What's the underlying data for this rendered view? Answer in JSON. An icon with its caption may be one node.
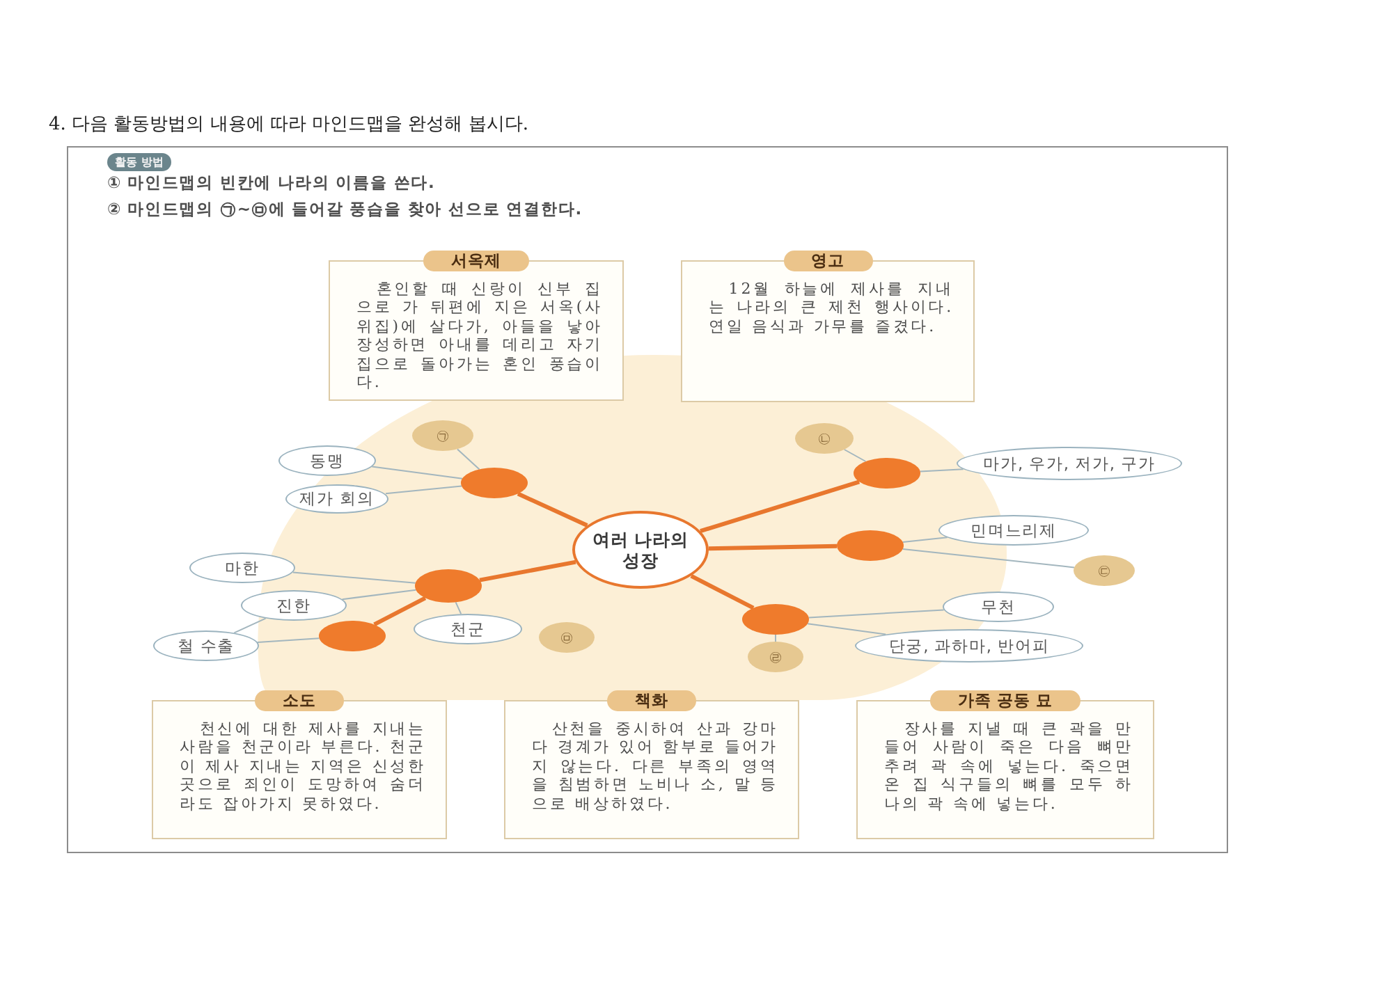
{
  "diagram": {
    "title": "4. 다음 활동방법의 내용에 따라 마인드맵을 완성해 봅시다.",
    "nodes": [
      {
        "text": [
          "① 마인드맵의 빈칸에 나라의 이름을 쓴다.",
          "② 마인드맵의 ㉠~㉤에 들어갈 풍습을 찾아 선으로 연결한다."
        ]
      },
      {
        "text": [
          "활동 방법"
        ],
        "in": 0
      },
      {
        "text": [
          "서옥제",
          "혼인할 때 신랑이 신부 집으로 가 뒤편에 지은 서옥(사위집)에 살다가, 아들을 낳아 장성하면 아내를 데리고 자기 집으로 돌아가는 혼인 풍습이다."
        ],
        "in": 0
      },
      {
        "text": [
          "영고",
          "12월 하늘에 제사를 지내는 나라의 큰 제천 행사이다. 연일 음식과 가무를 즐겼다."
        ],
        "in": 0
      },
      {
        "text": [
          "㉠"
        ],
        "in": 0
      },
      {
        "text": [
          "㉡"
        ],
        "in": 0
      },
      {
        "text": [
          "동맹"
        ],
        "in": 0
      },
      {
        "text": [],
        "shape": "ellipse",
        "in": 0
      },
      {
        "text": [
          "마가, 우가, 저가, 구가"
        ],
        "in": 0
      },
      {
        "text": [],
        "shape": "ellipse",
        "in": 0
      },
      {
        "text": [
          "제가 회의"
        ],
        "in": 0
      },
      {
        "text": [
          "여러 나라의 성장"
        ],
        "in": 0
      },
      {
        "text": [
          "민며느리제"
        ],
        "in": 0
      },
      {
        "text": [],
        "shape": "ellipse",
        "in": 0
      },
      {
        "text": [
          "마한"
        ],
        "in": 0
      },
      {
        "text": [
          "㉢"
        ],
        "in": 0
      },
      {
        "text": [],
        "shape": "ellipse",
        "in": 0
      },
      {
        "text": [
          "진한"
        ],
        "in": 0
      },
      {
        "text": [
          "무천"
        ],
        "in": 0
      },
      {
        "text": [
          "천군"
        ],
        "in": 0
      },
      {
        "text": [],
        "shape": "ellipse",
        "in": 0
      },
      {
        "text": [
          "㉤"
        ],
        "in": 0
      },
      {
        "text": [],
        "shape": "ellipse",
        "in": 0
      },
      {
        "text": [
          "철 수출"
        ],
        "in": 0
      },
      {
        "text": [
          "단궁, 과하마, 반어피"
        ],
        "in": 0
      },
      {
        "text": [
          "㉣"
        ],
        "in": 0
      },
      {
        "text": [
          "소도",
          "천신에 대한 제사를 지내는 사람을 천군이라 부른다. 천군이 제사 지내는 지역은 신성한 곳으로 죄인이 도망하여 숨더라도 잡아가지 못하였다."
        ],
        "in": 0
      },
      {
        "text": [
          "책화",
          "산천을 중시하여 산과 강마다 경계가 있어 함부로 들어가지 않는다. 다른 부족의 영역을 침범하면 노비나 소, 말 등으로 배상하였다."
        ],
        "in": 0
      },
      {
        "text": [
          "가족 공동 묘",
          "장사를 지낼 때 큰 곽을 만들어 사람이 죽은 다음 뼈만 추려 곽 속에 넣는다. 죽으면 온 집 식구들의 뼈를 모두 하나의 곽 속에 넣는다."
        ],
        "in": 0
      }
    ],
    "edges": [
      {
        "from": 11,
        "to": 7,
        "arrow": "none",
        "style": "thick",
        "color": "#e8772e"
      },
      {
        "from": 11,
        "to": 9,
        "arrow": "none",
        "style": "thick",
        "color": "#e8772e"
      },
      {
        "from": 11,
        "to": 13,
        "arrow": "none",
        "style": "thick",
        "color": "#e8772e"
      },
      {
        "from": 11,
        "to": 16,
        "arrow": "none",
        "style": "thick",
        "color": "#e8772e"
      },
      {
        "from": 11,
        "to": 20,
        "arrow": "none",
        "style": "thick",
        "color": "#e8772e"
      },
      {
        "from": 16,
        "to": 22,
        "arrow": "none",
        "style": "thick",
        "color": "#e8772e"
      },
      {
        "from": 7,
        "to": 4,
        "arrow": "none"
      },
      {
        "from": 7,
        "to": 6,
        "arrow": "none"
      },
      {
        "from": 7,
        "to": 10,
        "arrow": "none"
      },
      {
        "from": 9,
        "to": 5,
        "arrow": "none"
      },
      {
        "from": 9,
        "to": 8,
        "arrow": "none"
      },
      {
        "from": 13,
        "to": 12,
        "arrow": "none"
      },
      {
        "from": 13,
        "to": 15,
        "arrow": "none"
      },
      {
        "from": 16,
        "to": 14,
        "arrow": "none"
      },
      {
        "from": 16,
        "to": 17,
        "arrow": "none"
      },
      {
        "from": 16,
        "to": 19,
        "arrow": "none"
      },
      {
        "from": 17,
        "to": 23,
        "arrow": "none"
      },
      {
        "from": 22,
        "to": 23,
        "arrow": "none"
      },
      {
        "from": 20,
        "to": 18,
        "arrow": "none"
      },
      {
        "from": 20,
        "to": 24,
        "arrow": "none"
      },
      {
        "from": 20,
        "to": 25,
        "arrow": "none"
      }
    ]
  }
}
